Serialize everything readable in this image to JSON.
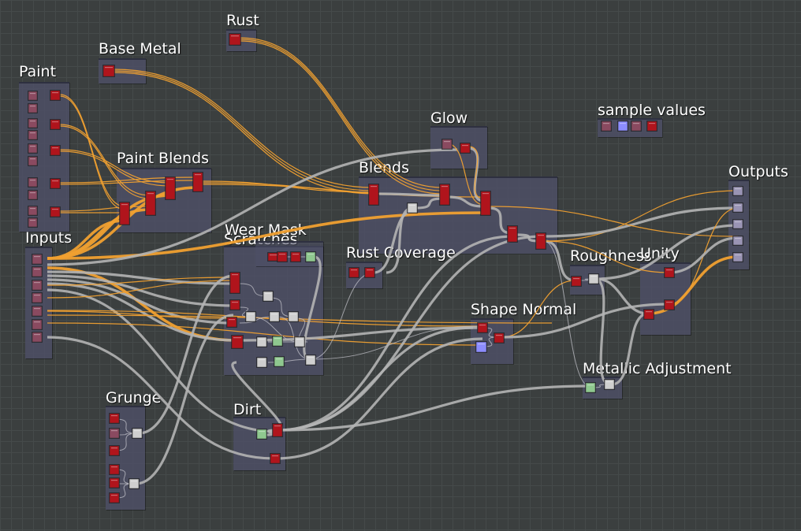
{
  "frames": [
    {
      "id": "paint",
      "title": "Paint"
    },
    {
      "id": "base-metal",
      "title": "Base Metal"
    },
    {
      "id": "rust",
      "title": "Rust"
    },
    {
      "id": "paint-blends",
      "title": "Paint Blends"
    },
    {
      "id": "inputs",
      "title": "Inputs"
    },
    {
      "id": "wear-mask",
      "title": "Wear Mask"
    },
    {
      "id": "scratches",
      "title": "Scratches"
    },
    {
      "id": "blends",
      "title": "Blends"
    },
    {
      "id": "glow",
      "title": "Glow"
    },
    {
      "id": "rust-coverage",
      "title": "Rust Coverage"
    },
    {
      "id": "shape-normal",
      "title": "Shape Normal"
    },
    {
      "id": "roughness",
      "title": "Roughness"
    },
    {
      "id": "unity",
      "title": "Unity"
    },
    {
      "id": "metallic-adjustment",
      "title": "Metallic Adjustment"
    },
    {
      "id": "outputs",
      "title": "Outputs"
    },
    {
      "id": "sample-values",
      "title": "sample values"
    },
    {
      "id": "grunge",
      "title": "Grunge"
    },
    {
      "id": "dirt",
      "title": "Dirt"
    }
  ],
  "colors": {
    "background": "#3b3f3f",
    "grid": "#454a4a",
    "frame_fill": "#4e5068",
    "node_red": "#b0141c",
    "node_mauve": "#8a4a60",
    "node_gray": "#cfcfcf",
    "node_green": "#8fc88f",
    "node_blue": "#8c8cff",
    "node_lavender": "#9a94b4",
    "wire_gray": "#b4b4b4",
    "wire_orange": "#f0a030"
  }
}
